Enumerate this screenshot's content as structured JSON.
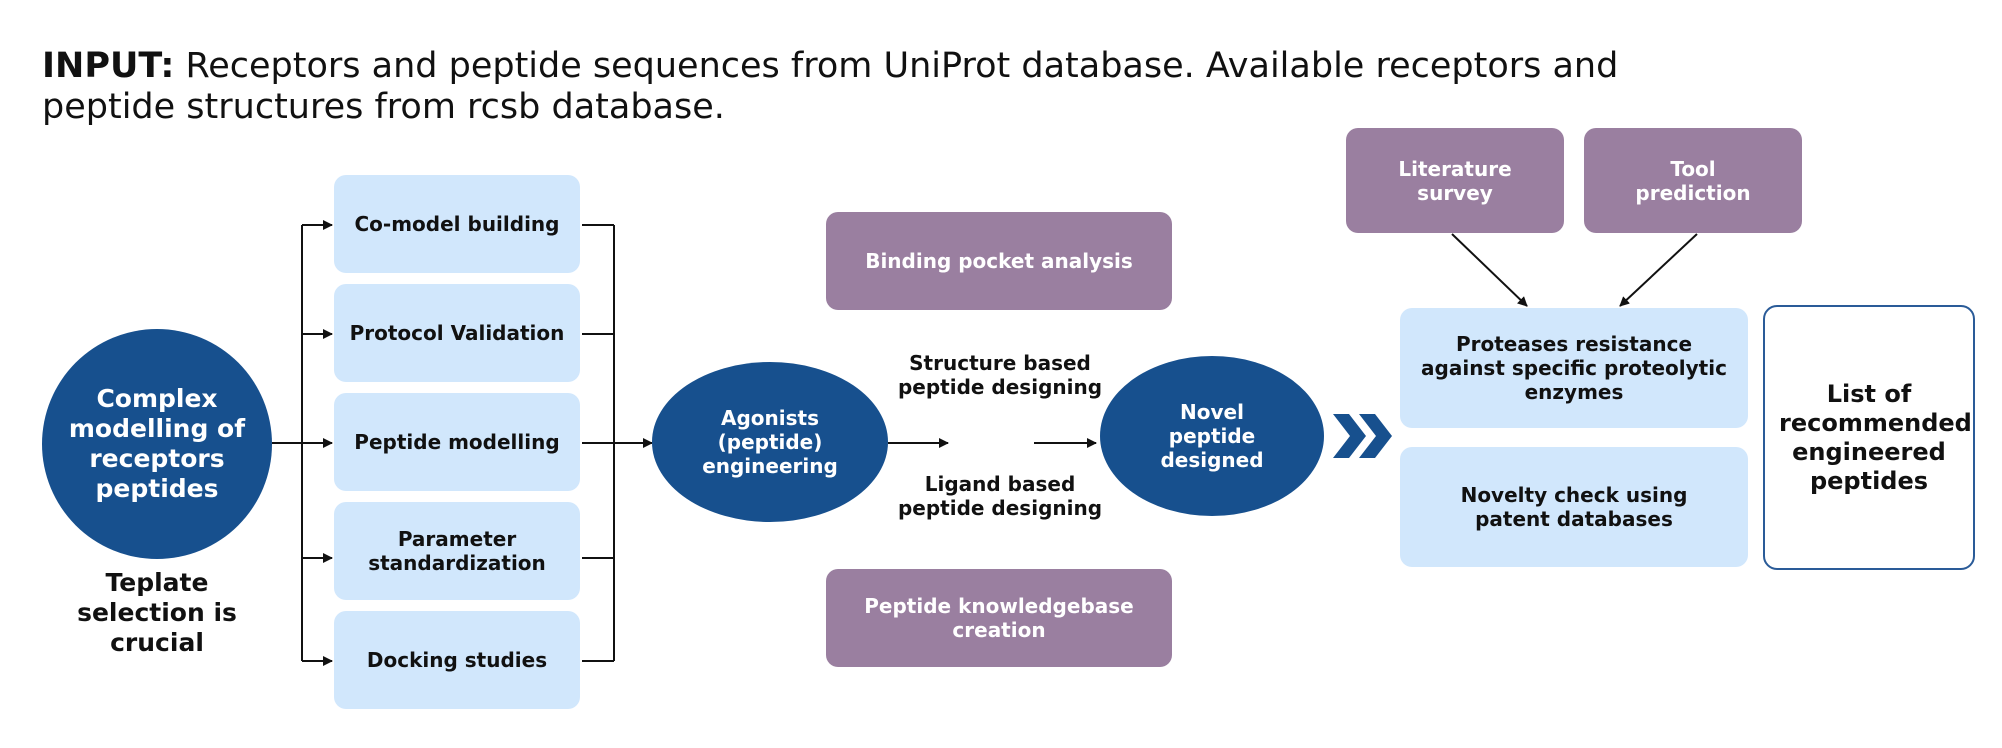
{
  "input": {
    "label": "INPUT:",
    "text": " Receptors and peptide sequences from UniProt database. Available receptors and peptide structures from rcsb database."
  },
  "complex_circle": {
    "text": "Complex modelling of receptors peptides"
  },
  "template_note": "Teplate selection is crucial",
  "steps": [
    "Co-model building",
    "Protocol Validation",
    "Peptide modelling",
    "Parameter standardization",
    "Docking studies"
  ],
  "agonists_circle": {
    "text": "Agonists (peptide) engineering"
  },
  "binding_pocket": "Binding pocket analysis",
  "knowledgebase": "Peptide knowledgebase creation",
  "structure_based": "Structure based peptide designing",
  "ligand_based": "Ligand based peptide designing",
  "novel_circle": {
    "text": "Novel peptide designed"
  },
  "literature_survey": "Literature survey",
  "tool_prediction": "Tool prediction",
  "protease_resistance": "Proteases resistance against specific proteolytic enzymes",
  "novelty_check": "Novelty check using patent databases",
  "result": "List of recommended engineered peptides",
  "colors": {
    "dark_blue": "#17508e",
    "light_blue": "#d1e7fc",
    "purple": "#9a7fa0",
    "border_blue": "#2a5b98"
  },
  "icons": {
    "chevron": "double-chevron-right-icon"
  }
}
